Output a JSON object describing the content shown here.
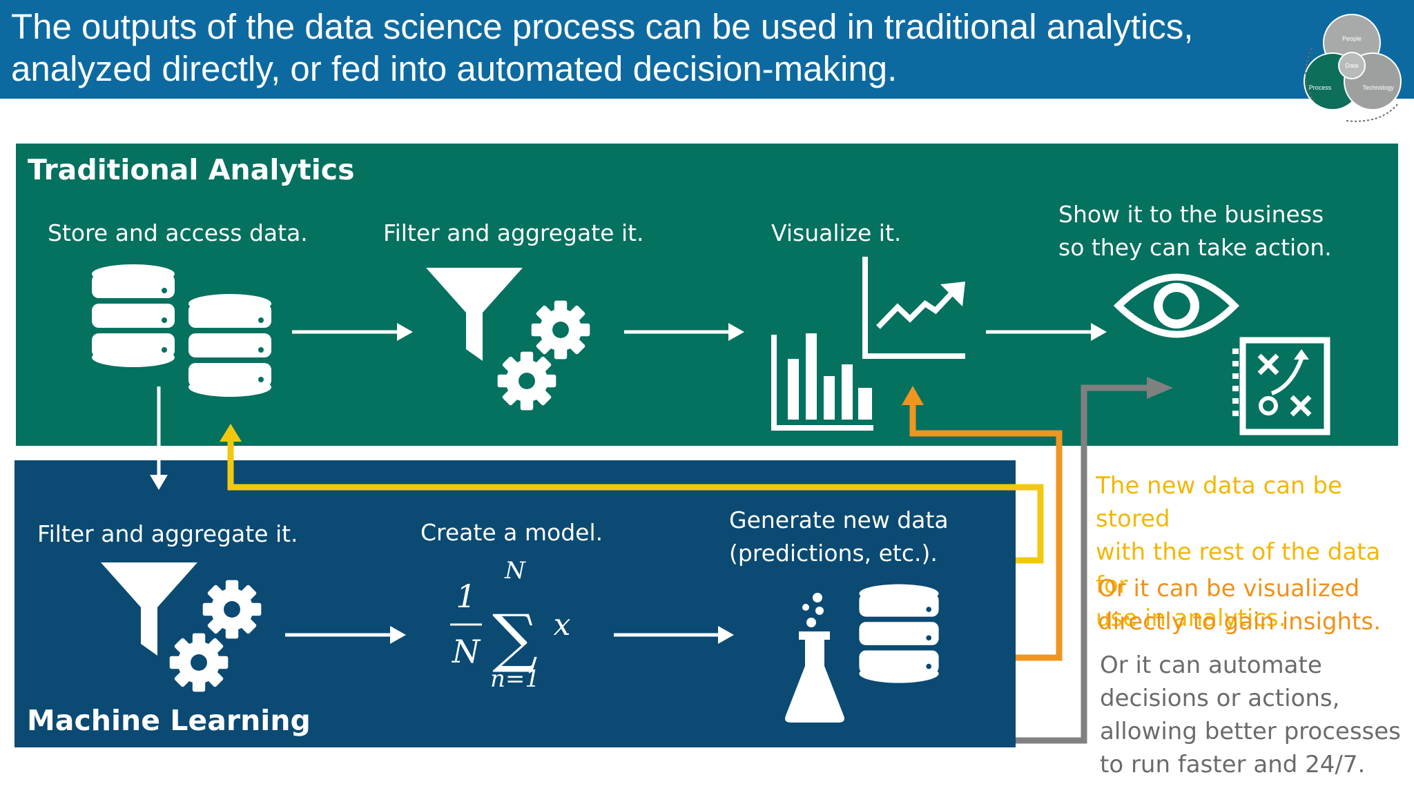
{
  "header": {
    "title": "The outputs of the data science process can be used in traditional analytics,\nanalyzed directly, or fed into automated decision-making."
  },
  "logo_venn": {
    "labels": {
      "people": "People",
      "data": "Data",
      "process": "Process",
      "technology": "Technology"
    }
  },
  "traditional_analytics": {
    "title": "Traditional Analytics",
    "steps": [
      {
        "label": "Store and access data.",
        "icon": "database-icon"
      },
      {
        "label": "Filter and aggregate it.",
        "icon": "filter-gears-icon"
      },
      {
        "label": "Visualize it.",
        "icon": "charts-icon"
      },
      {
        "label": "Show it to the business\nso they can take action.",
        "icon": "eye-strategy-icon"
      }
    ]
  },
  "machine_learning": {
    "title": "Machine Learning",
    "steps": [
      {
        "label": "Filter and aggregate it.",
        "icon": "filter-gears-icon"
      },
      {
        "label": "Create a model.",
        "icon": "formula-icon"
      },
      {
        "label": "Generate new data\n(predictions, etc.).",
        "icon": "flask-database-icon"
      }
    ],
    "formula": {
      "numerator": "1",
      "denominator": "N",
      "upper": "N",
      "lower": "n=1",
      "var": "x",
      "sigma": "∑"
    }
  },
  "notes": {
    "store": {
      "text": "The new data can be stored\nwith the rest of the data for\nuse in analytics.",
      "color": "#f2b705"
    },
    "visualize": {
      "text": "Or it can be visualized\ndirectly to gain insights.",
      "color": "#f0911a"
    },
    "automate": {
      "text": "Or it can automate\ndecisions or actions,\nallowing better processes\nto run faster and 24/7.",
      "color": "#6b6b6b"
    }
  },
  "colors": {
    "header_bg": "#0d6aa0",
    "traditional_bg": "#05715f",
    "ml_bg": "#0a4a73",
    "yellow_arrow": "#f2c80f",
    "orange_arrow": "#f0951f",
    "gray_arrow": "#808080"
  }
}
